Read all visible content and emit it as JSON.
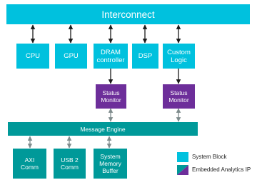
{
  "colors": {
    "system_block": "#00c1de",
    "embedded_analytics_ip": "#6d2e9a",
    "message_engine": "#009999",
    "arrow": "#1a1a1a",
    "arrow_light": "#7f8c8d"
  },
  "interconnect": {
    "label": "Interconnect"
  },
  "blocks": {
    "cpu": "CPU",
    "gpu": "GPU",
    "dram": "DRAM\ncontroller",
    "dsp": "DSP",
    "custom": "Custom\nLogic"
  },
  "monitors": {
    "left": "Status\nMonitor",
    "right": "Status\nMonitor"
  },
  "message_engine": {
    "label": "Message Engine"
  },
  "comms": {
    "axi": "AXI\nComm",
    "usb": "USB 2\nComm",
    "sysmem": "System\nMemory\nBuffer"
  },
  "legend": {
    "system_block": "System Block",
    "embedded_analytics": "Embedded Analytics IP"
  }
}
